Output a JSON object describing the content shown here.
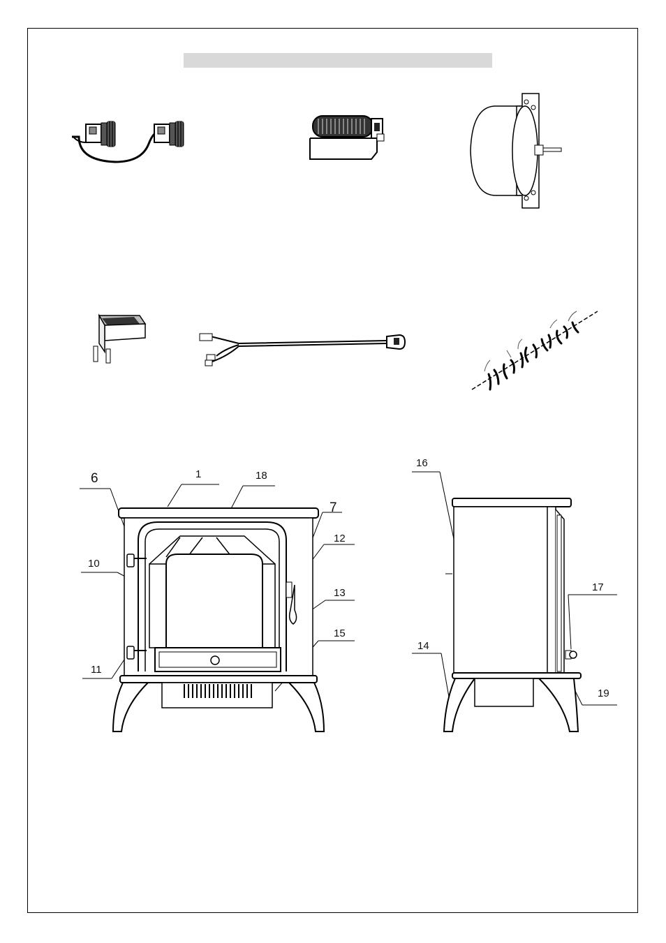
{
  "header": {
    "title": ""
  },
  "callouts": {
    "front": {
      "c1": "1",
      "c6": "6",
      "c7": "7",
      "c10": "10",
      "c11": "11",
      "c12": "12",
      "c13": "13",
      "c15": "15",
      "c18": "18"
    },
    "side": {
      "c14": "14",
      "c16": "16",
      "c17": "17",
      "c19": "19"
    }
  },
  "icons": [
    "lamp-holder-pair-icon",
    "crossflow-fan-icon",
    "motor-icon",
    "rocker-switch-icon",
    "wire-harness-icon",
    "flame-ribbon-icon",
    "heater-front-view-icon",
    "heater-side-view-icon"
  ]
}
